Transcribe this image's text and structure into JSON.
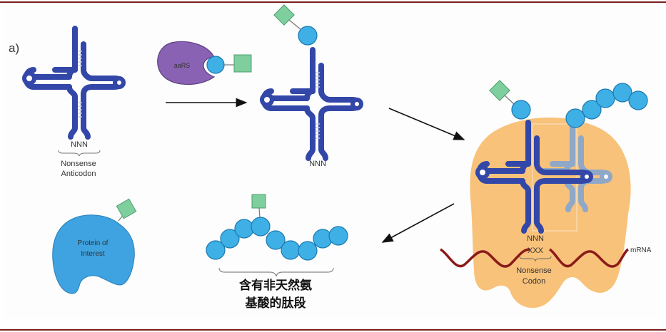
{
  "figure": {
    "panel_label": "a)",
    "colors": {
      "frame": "#7a1f1f",
      "trna": "#3347a8",
      "trna_faded": "#8fa8c8",
      "aars": "#8a62b3",
      "amino_acid": "#3eb0e6",
      "unnatural_aa": "#7fcf9e",
      "ribosome": "#f8c27a",
      "mrna": "#8b1a1a",
      "arrow": "#111111"
    },
    "step1": {
      "anticodon": "NNN",
      "caption_line1": "Nonsense",
      "caption_line2": "Anticodon"
    },
    "step2": {
      "enzyme_label": "aaRS"
    },
    "step3": {
      "anticodon": "NNN"
    },
    "ribosome": {
      "anticodon": "NNN",
      "codon": "XXX",
      "caption_line1": "Nonsense",
      "caption_line2": "Codon",
      "mrna_label": "mRNA"
    },
    "protein": {
      "label_line1": "Protein of",
      "label_line2": "Interest"
    },
    "peptide": {
      "caption_line1": "含有非天然氨",
      "caption_line2": "基酸的肽段"
    }
  }
}
